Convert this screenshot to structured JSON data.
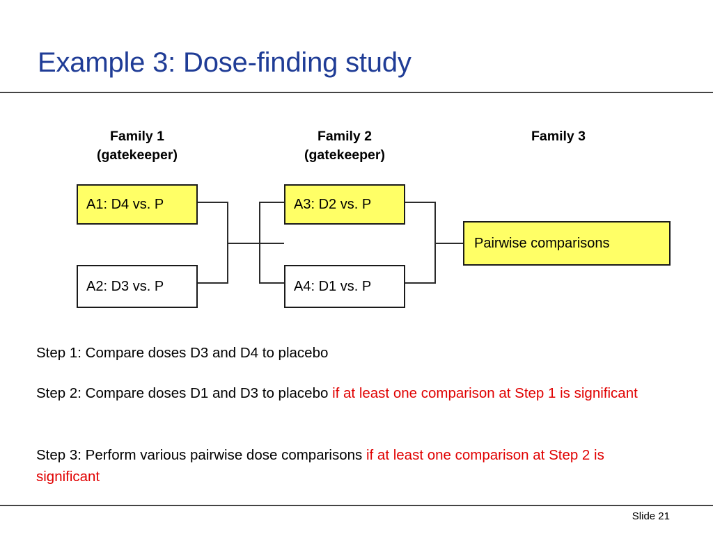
{
  "slide": {
    "title": "Example 3: Dose-finding study",
    "number_label": "Slide 21"
  },
  "colors": {
    "title_blue": "#1f3c96",
    "node_yellow": "#ffff66",
    "node_white": "#ffffff",
    "node_border": "#1a1a1a",
    "condition_red": "#e00000",
    "rule_gray": "#444444"
  },
  "diagram": {
    "families": [
      {
        "id": "family-1",
        "label": "Family 1\n(gatekeeper)"
      },
      {
        "id": "family-2",
        "label": "Family 2\n(gatekeeper)"
      },
      {
        "id": "family-3",
        "label": "Family 3"
      }
    ],
    "nodes": [
      {
        "id": "A1",
        "label": "A1: D4 vs. P",
        "fill": "yellow"
      },
      {
        "id": "A2",
        "label": "A2: D3 vs. P",
        "fill": "white"
      },
      {
        "id": "A3",
        "label": "A3: D2 vs. P",
        "fill": "yellow"
      },
      {
        "id": "A4",
        "label": "A4: D1 vs. P",
        "fill": "white"
      },
      {
        "id": "PW",
        "label": "Pairwise comparisons",
        "fill": "yellow"
      }
    ]
  },
  "steps": [
    {
      "id": "step-1",
      "main": "Step 1: Compare doses D3 and D4 to placebo",
      "condition": ""
    },
    {
      "id": "step-2",
      "main": "Step 2: Compare doses D1 and D3 to placebo ",
      "condition": "if at least one comparison at Step 1 is significant"
    },
    {
      "id": "step-3",
      "main": "Step 3: Perform various pairwise dose comparisons ",
      "condition": "if at least one comparison at Step 2 is significant"
    }
  ]
}
